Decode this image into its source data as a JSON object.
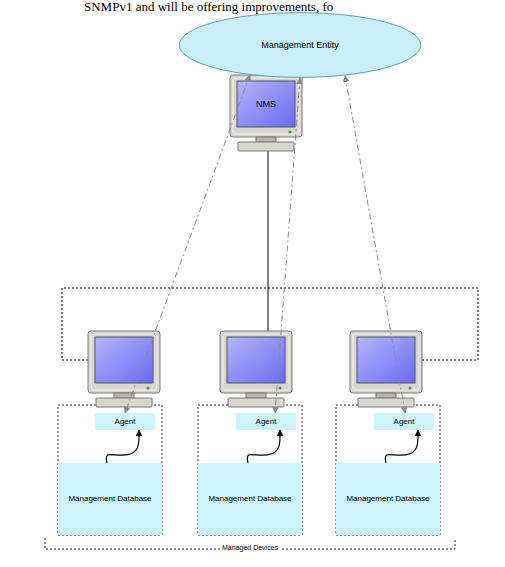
{
  "diagram": {
    "nodes": [
      {
        "text": [
          "Management Entity"
        ]
      },
      {
        "text": [
          "NMS"
        ]
      },
      {
        "text": [
          "Agent"
        ]
      },
      {
        "text": [
          "Management Database"
        ]
      },
      {
        "text": [
          "Agent"
        ]
      },
      {
        "text": [
          "Management Database"
        ]
      },
      {
        "text": [
          "Agent"
        ]
      },
      {
        "text": [
          "Management Database"
        ]
      }
    ],
    "edges": [
      {
        "from": 0,
        "to": 2,
        "arrow": "both"
      },
      {
        "from": 3,
        "to": 2,
        "arrow": "to"
      },
      {
        "from": 0,
        "to": 4,
        "arrow": "both"
      },
      {
        "from": 5,
        "to": 4,
        "arrow": "to"
      },
      {
        "from": 0,
        "to": 6,
        "arrow": "both"
      },
      {
        "from": 7,
        "to": 6,
        "arrow": "to"
      }
    ],
    "labels": [
      "SNMPv1 and will be offering improvements, fo",
      "Managed Devices"
    ]
  }
}
